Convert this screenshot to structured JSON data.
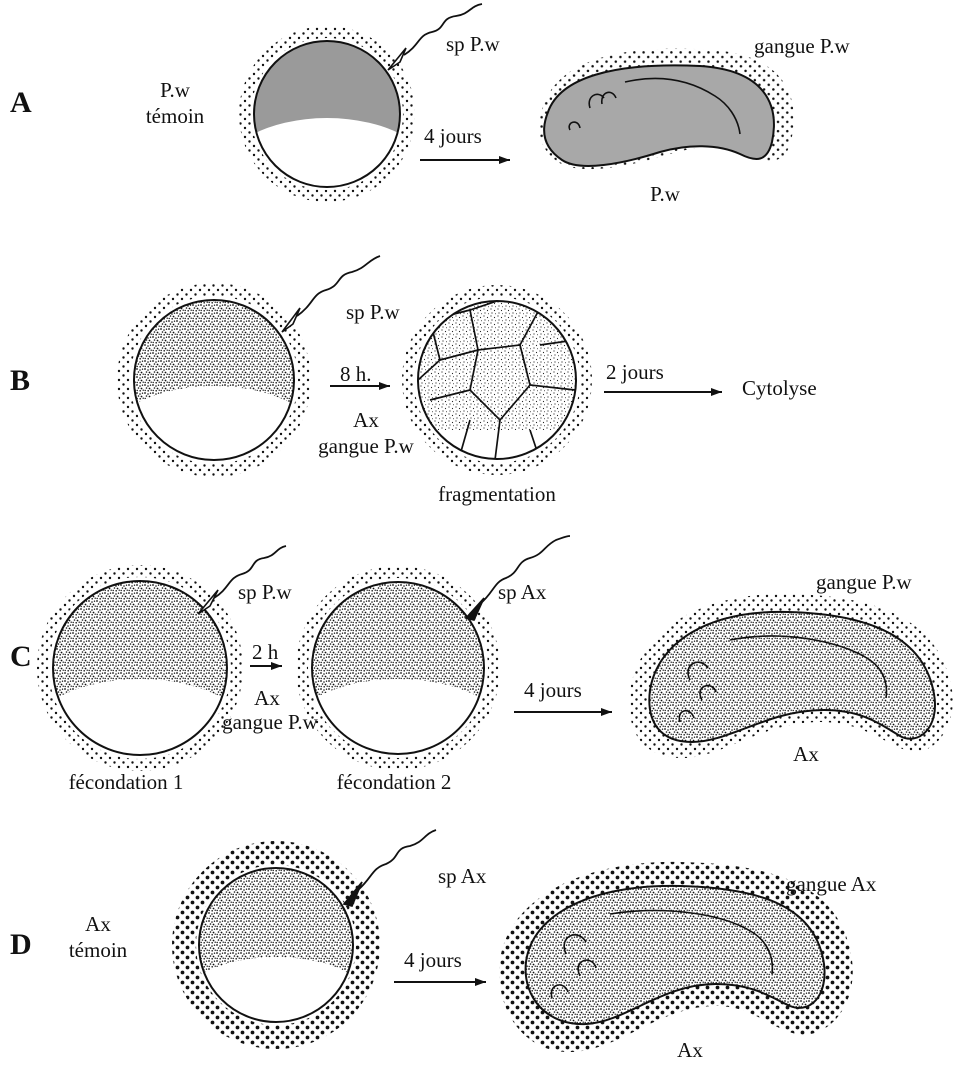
{
  "rows": {
    "A": {
      "letter": "A",
      "side_label_1": "P.w",
      "side_label_2": "témoin",
      "sperm_label": "sp P.w",
      "arrow_label": "4 jours",
      "jelly_label": "gangue P.w",
      "embryo_label": "P.w"
    },
    "B": {
      "letter": "B",
      "sperm_label": "sp P.w",
      "arrow1_label": "8 h.",
      "mid_label_1": "Ax",
      "mid_label_2": "gangue P.w",
      "cell_label": "fragmentation",
      "arrow2_label": "2 jours",
      "result_label": "Cytolyse"
    },
    "C": {
      "letter": "C",
      "sperm1_label": "sp P.w",
      "arrow1_label": "2 h",
      "mid_label_1": "Ax",
      "mid_label_2": "gangue P.w",
      "caption_1": "fécondation 1",
      "sperm2_label": "sp Ax",
      "caption_2": "fécondation 2",
      "arrow2_label": "4 jours",
      "jelly_label": "gangue P.w",
      "embryo_label": "Ax"
    },
    "D": {
      "letter": "D",
      "side_label_1": "Ax",
      "side_label_2": "témoin",
      "sperm_label": "sp Ax",
      "arrow_label": "4 jours",
      "jelly_label": "gangue Ax",
      "embryo_label": "Ax"
    }
  },
  "colors": {
    "ink": "#111111",
    "pw_cytoplasm": "#9a9a9a",
    "ax_cytoplasm": "#555555"
  }
}
